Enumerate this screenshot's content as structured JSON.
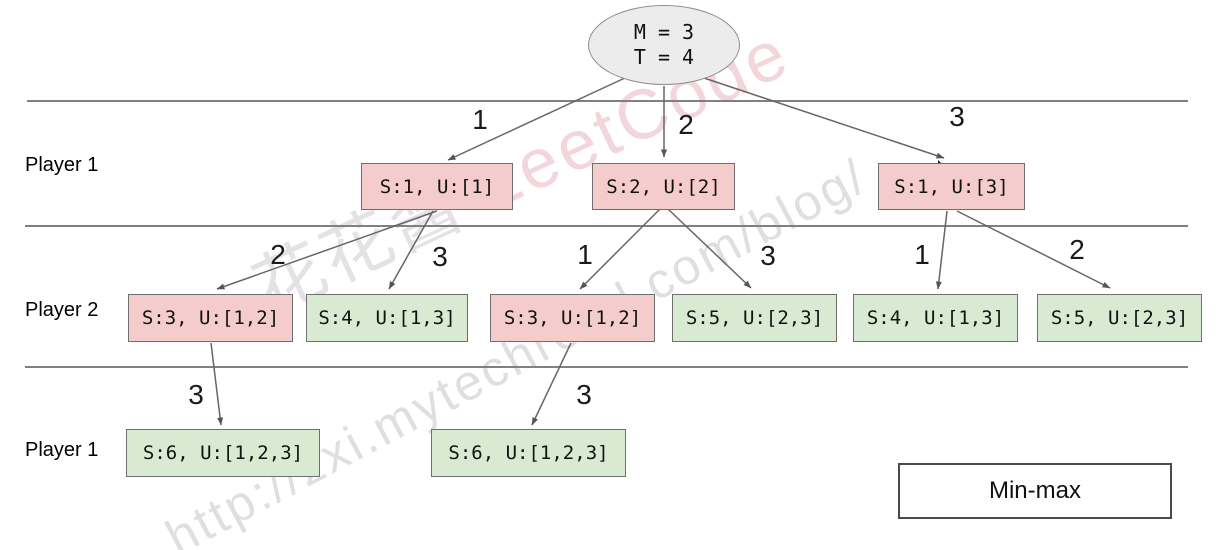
{
  "root": {
    "line1": "M = 3",
    "line2": "T = 4"
  },
  "row_labels": {
    "row1": "Player 1",
    "row2": "Player 2",
    "row3": "Player 1"
  },
  "nodes": {
    "level1": [
      {
        "text": "S:1, U:[1]",
        "type": "pink",
        "edge": "1"
      },
      {
        "text": "S:2, U:[2]",
        "type": "pink",
        "edge": "2"
      },
      {
        "text": "S:1, U:[3]",
        "type": "pink",
        "edge": "3"
      }
    ],
    "level2": [
      {
        "text": "S:3, U:[1,2]",
        "type": "pink",
        "edge": "2"
      },
      {
        "text": "S:4, U:[1,3]",
        "type": "green",
        "edge": "3"
      },
      {
        "text": "S:3, U:[1,2]",
        "type": "pink",
        "edge": "1"
      },
      {
        "text": "S:5, U:[2,3]",
        "type": "green",
        "edge": "3"
      },
      {
        "text": "S:4, U:[1,3]",
        "type": "green",
        "edge": "1"
      },
      {
        "text": "S:5, U:[2,3]",
        "type": "green",
        "edge": "2"
      }
    ],
    "level3": [
      {
        "text": "S:6, U:[1,2,3]",
        "type": "green",
        "edge": "3"
      },
      {
        "text": "S:6, U:[1,2,3]",
        "type": "green",
        "edge": "3"
      }
    ]
  },
  "legend": {
    "label": "Min-max"
  },
  "watermarks": {
    "brand_cn": "花花酱",
    "brand_en": " LeetCode",
    "url": "http://zxi.mytechroad.com/blog/"
  },
  "colors": {
    "pink_fill": "#f4cccc",
    "green_fill": "#d9ead3",
    "root_fill": "#ececec",
    "separator_line": "#808080",
    "arrow": "#666666"
  }
}
